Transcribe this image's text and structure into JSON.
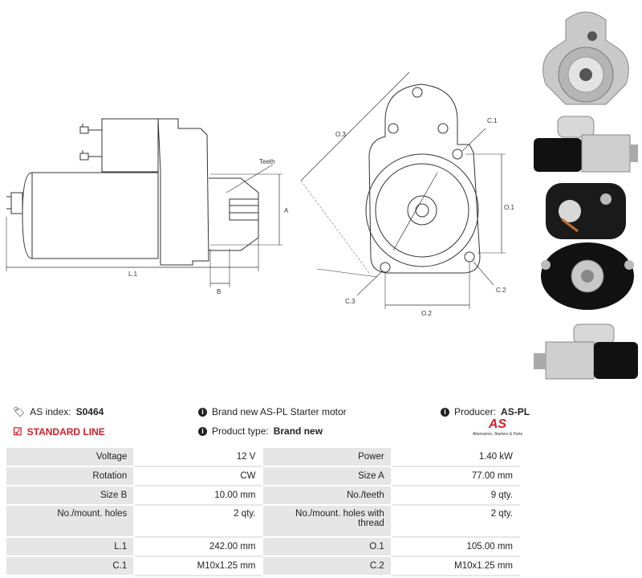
{
  "drawing_labels": {
    "teeth": "Teeth",
    "a": "A",
    "b": "B",
    "l1": "L.1",
    "o3": "O.3",
    "c1": "C.1",
    "o1": "O.1",
    "c2": "C.2",
    "c3": "C.3",
    "o2": "O.2"
  },
  "info": {
    "as_index_label": "AS index:",
    "as_index_value": "S0464",
    "standard_line": "STANDARD LINE",
    "description": "Brand new AS-PL Starter motor",
    "product_type_label": "Product type:",
    "product_type_value": "Brand new",
    "producer_label": "Producer:",
    "producer_value": "AS-PL",
    "logo_text": "AS",
    "logo_tagline": "Alternators, Starters & Parts"
  },
  "specs": [
    {
      "k1": "Voltage",
      "v1": "12 V",
      "k2": "Power",
      "v2": "1.40 kW"
    },
    {
      "k1": "Rotation",
      "v1": "CW",
      "k2": "Size A",
      "v2": "77.00 mm"
    },
    {
      "k1": "Size B",
      "v1": "10.00 mm",
      "k2": "No./teeth",
      "v2": "9 qty."
    },
    {
      "k1": "No./mount. holes",
      "v1": "2 qty.",
      "k2": "No./mount. holes with thread",
      "v2": "2 qty."
    },
    {
      "k1": "L.1",
      "v1": "242.00 mm",
      "k2": "O.1",
      "v2": "105.00 mm"
    },
    {
      "k1": "C.1",
      "v1": "M10x1.25 mm",
      "k2": "C.2",
      "v2": "M10x1.25 mm"
    }
  ],
  "colors": {
    "accent": "#d0202a",
    "table_key_bg": "#e6e6e6"
  }
}
